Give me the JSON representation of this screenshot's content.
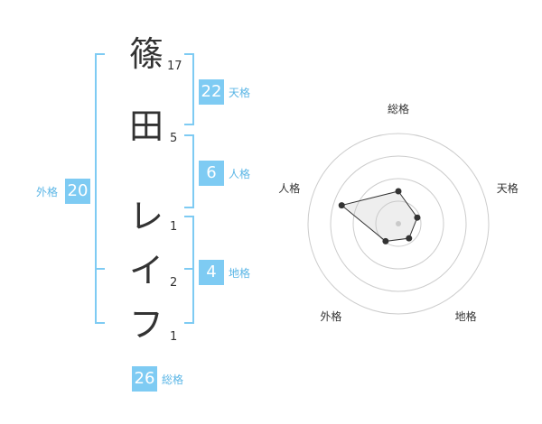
{
  "name": {
    "characters": [
      {
        "char": "篠",
        "strokes": "17"
      },
      {
        "char": "田",
        "strokes": "5"
      },
      {
        "char": "レ",
        "strokes": "1"
      },
      {
        "char": "イ",
        "strokes": "2"
      },
      {
        "char": "フ",
        "strokes": "1"
      }
    ]
  },
  "fortunes": {
    "tenkaku": {
      "value": "22",
      "label": "天格"
    },
    "jinkaku": {
      "value": "6",
      "label": "人格"
    },
    "chikaku": {
      "value": "4",
      "label": "地格"
    },
    "gaikaku": {
      "value": "20",
      "label": "外格"
    },
    "soukaku": {
      "value": "26",
      "label": "総格"
    }
  },
  "colors": {
    "accent": "#7ecbf3",
    "accent_text": "#5bb6e6",
    "text": "#333333",
    "ring": "#cccccc"
  },
  "chart_data": {
    "type": "radar",
    "axes": [
      "総格",
      "天格",
      "地格",
      "外格",
      "人格"
    ],
    "levels": 4,
    "values": [
      1.8,
      1.1,
      1.0,
      1.2,
      3.3
    ],
    "max": 5
  }
}
